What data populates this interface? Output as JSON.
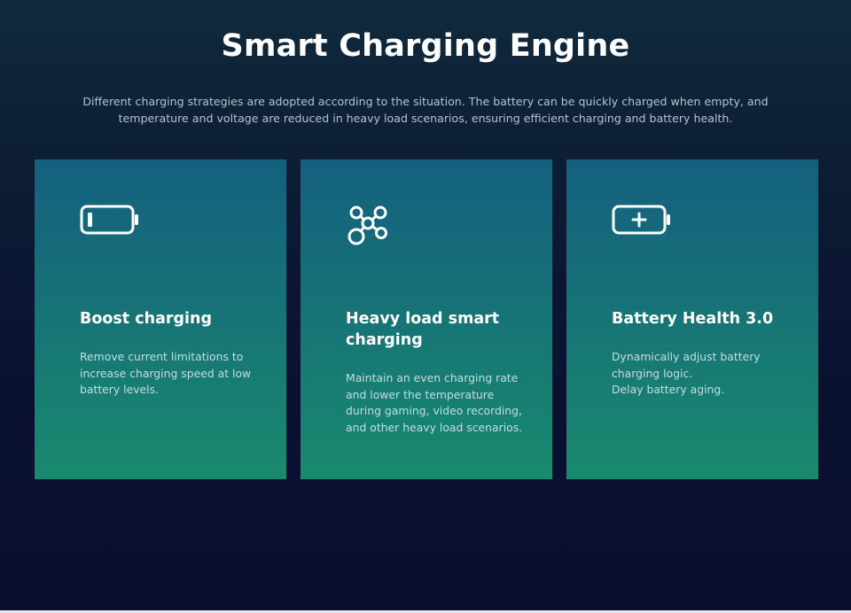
{
  "header": {
    "title": "Smart Charging Engine",
    "subtitle_line1": "Different charging strategies are adopted according to the situation. The battery can be quickly charged when empty, and",
    "subtitle_line2": "temperature and voltage are reduced in heavy load scenarios, ensuring efficient charging and battery health."
  },
  "cards": [
    {
      "icon": "battery-low-icon",
      "title": "Boost charging",
      "desc_lines": [
        "Remove current limitations to",
        "increase charging speed at low",
        "battery levels."
      ]
    },
    {
      "icon": "molecule-network-icon",
      "title_lines": [
        "Heavy load smart",
        "charging"
      ],
      "desc_lines": [
        "Maintain an even charging rate",
        "and lower the temperature",
        "during gaming, video recording,",
        "and other heavy load scenarios."
      ]
    },
    {
      "icon": "battery-plus-icon",
      "title": "Battery Health 3.0",
      "desc_lines": [
        "Dynamically adjust battery",
        "charging logic.",
        "Delay battery aging."
      ]
    }
  ],
  "colors": {
    "card_top": "#14607f",
    "card_bottom": "#198a6e",
    "background_top": "#102a3c",
    "background_bottom": "#0a0e2e"
  }
}
